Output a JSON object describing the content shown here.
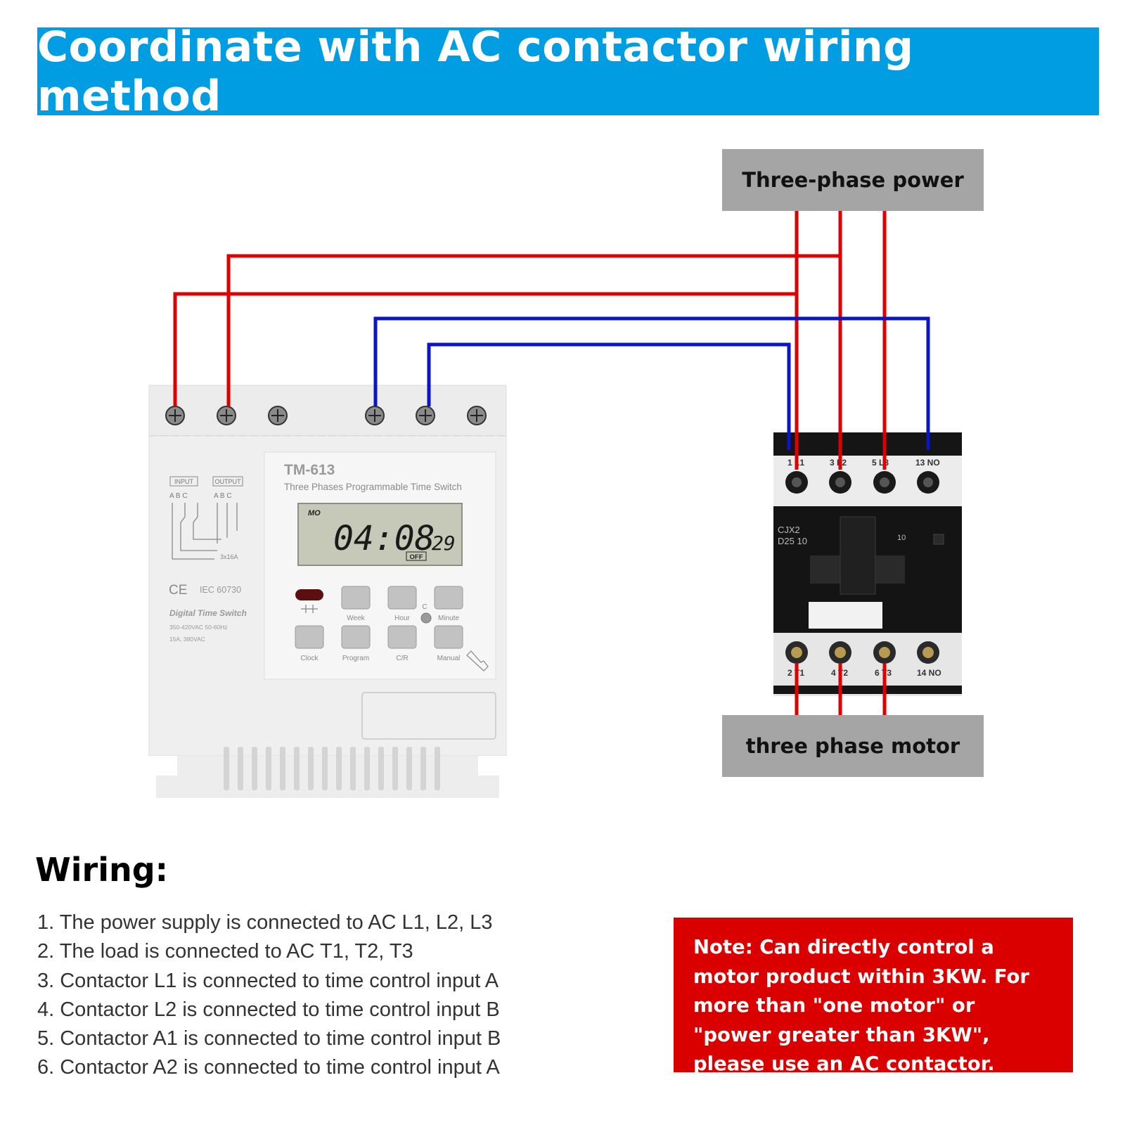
{
  "header": {
    "title": "Coordinate with AC contactor wiring method"
  },
  "labels": {
    "power": "Three-phase power",
    "motor": "three phase motor"
  },
  "timer": {
    "model": "TM-613",
    "subtitle": "Three Phases Programmable Time Switch",
    "input_label": "INPUT",
    "output_label": "OUTPUT",
    "input_abc": "A B C",
    "output_abc": "A B C",
    "rating": "3x16A",
    "ce": "CE",
    "iec": "IEC 60730",
    "brand": "Digital Time Switch",
    "spec1": "350-420VAC   50-60Hz",
    "spec2": "15A, 380VAC",
    "lcd_day": "MO",
    "lcd_time": "04:08",
    "lcd_seconds": "29",
    "lcd_status": "OFF",
    "buttons_row1": [
      "Week",
      "Hour",
      "Minute"
    ],
    "buttons_row2": [
      "Clock",
      "Program",
      "C/R",
      "Manual"
    ],
    "reset_label": "C"
  },
  "contactor": {
    "model_line1": "CJX2",
    "model_line2": "D25 10",
    "code": "10",
    "top_terminals": [
      "1 L1",
      "3 L2",
      "5 L3",
      "13 NO"
    ],
    "bottom_terminals": [
      "2 T1",
      "4 T2",
      "6 T3",
      "14 NO"
    ]
  },
  "wire_colors": {
    "phase": "#e00000",
    "control": "#0a14c8"
  },
  "wiring": {
    "title": "Wiring:",
    "items": [
      "1. The power supply is connected to AC L1, L2, L3",
      "2. The load is connected to AC T1, T2, T3",
      "3. Contactor L1 is connected to time control input A",
      "4. Contactor L2 is connected to time control input B",
      "5. Contactor A1 is connected to time control input B",
      "6. Contactor A2 is connected to time control input A"
    ]
  },
  "note": {
    "text": "Note: Can directly control a motor product within 3KW. For more than \"one motor\" or \"power greater than 3KW\", please use an AC contactor."
  },
  "colors": {
    "banner": "#009de3",
    "label_box": "#a5a5a5",
    "note_bg": "#db0000"
  }
}
